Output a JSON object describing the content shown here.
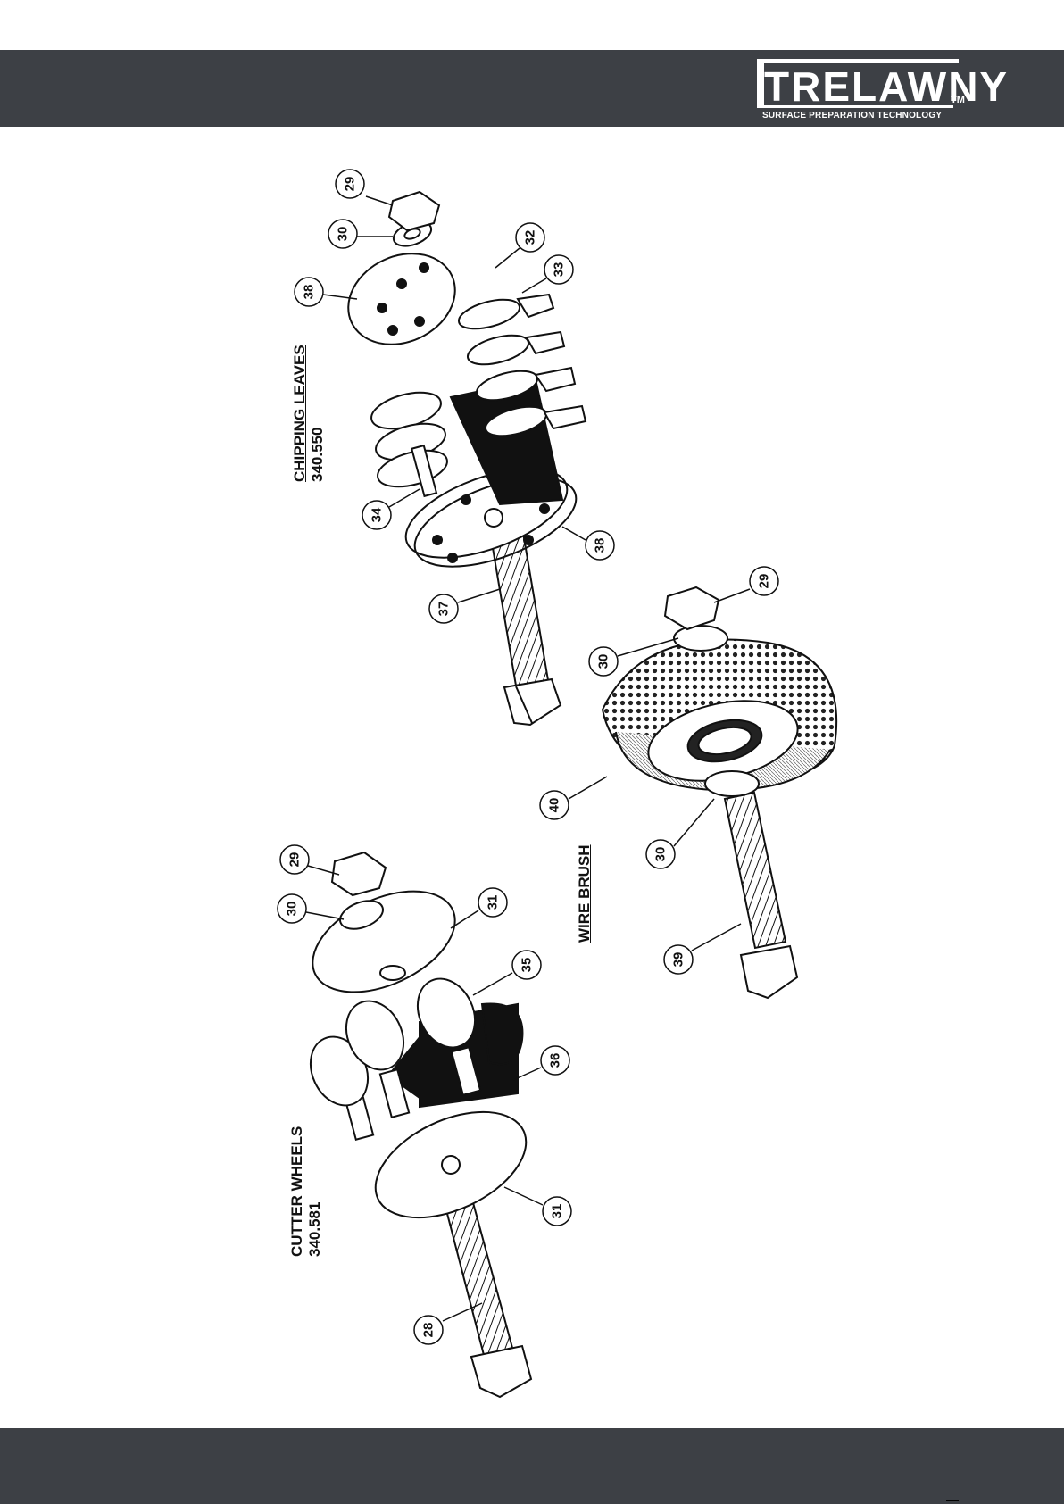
{
  "header": {
    "brand": "TRELAWNY",
    "trademark": "TM",
    "tagline": "SURFACE PREPARATION TECHNOLOGY",
    "background_color": "#3d4045"
  },
  "assemblies": {
    "chipping_leaves": {
      "title": "CHIPPING LEAVES",
      "part_number": "340.550"
    },
    "cutter_wheels": {
      "title": "CUTTER WHEELS",
      "part_number": "340.581"
    },
    "wire_brush": {
      "title": "WIRE BRUSH"
    }
  },
  "callouts": {
    "cl_29": "29",
    "cl_30": "30",
    "cl_38a": "38",
    "cl_32": "32",
    "cl_33": "33",
    "cl_34": "34",
    "cl_38b": "38",
    "cl_37": "37",
    "wb_29": "29",
    "wb_30a": "30",
    "wb_40": "40",
    "wb_30b": "30",
    "wb_39": "39",
    "cw_29": "29",
    "cw_30": "30",
    "cw_31a": "31",
    "cw_35": "35",
    "cw_36": "36",
    "cw_31b": "31",
    "cw_28": "28"
  },
  "footer": {
    "background_color": "#3d4045"
  }
}
